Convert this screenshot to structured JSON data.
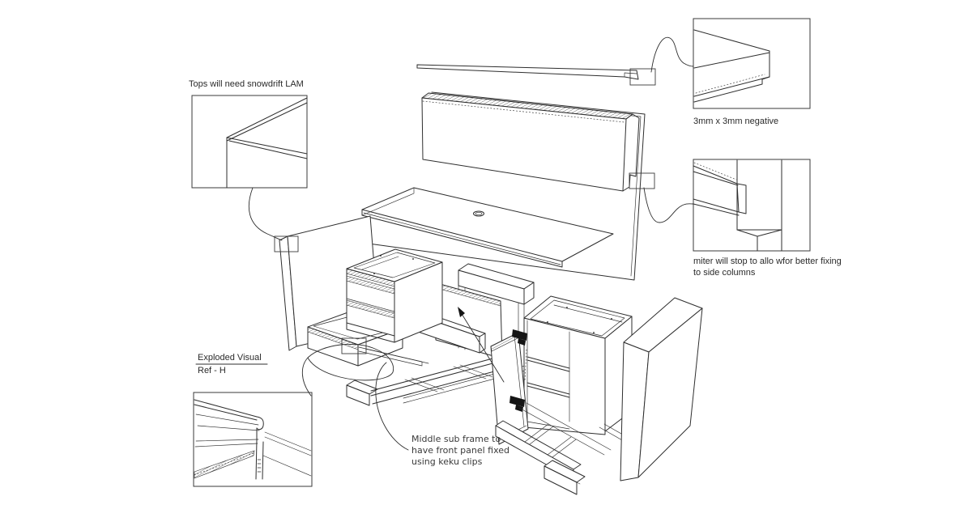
{
  "page": {
    "background": "#ffffff",
    "line_color": "#2e2e2e",
    "hinge_color": "#151515"
  },
  "annotations": {
    "tops_note": "Tops will need snowdrift LAM",
    "negative_note": "3mm x 3mm negative",
    "miter_note_line1": "miter will stop to allo wfor better fixing",
    "miter_note_line2": "to side columns",
    "title_line1": "Exploded Visual",
    "title_line2": "Ref - H",
    "keku_note_line1": "Middle sub frame to",
    "keku_note_line2": "have front panel fixed",
    "keku_note_line3": "using keku clips"
  }
}
